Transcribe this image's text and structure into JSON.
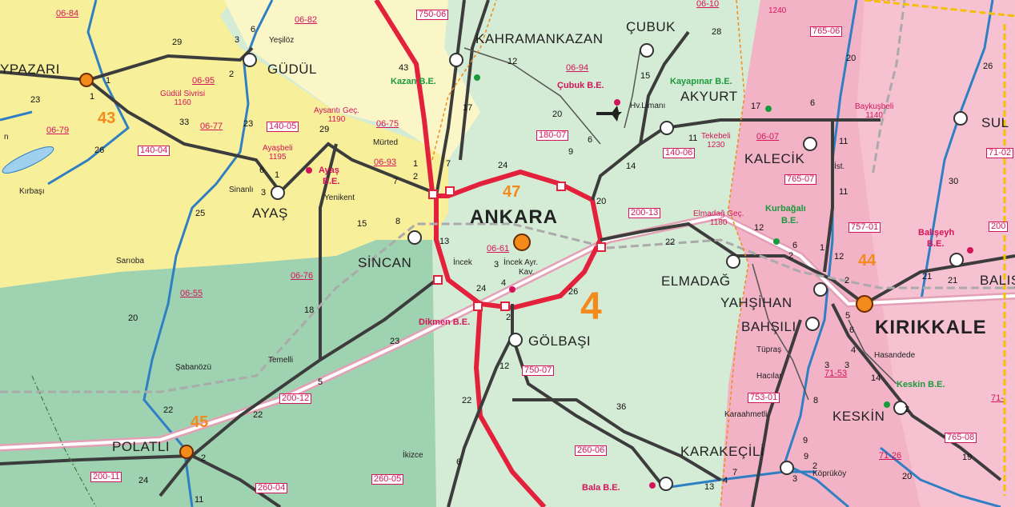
{
  "cities": {
    "ankara": "ANKARA",
    "kirikkale": "KIRIKKALE",
    "polatli": "POLATLI",
    "sincan": "SİNCAN",
    "golbasi": "GÖLBAŞI",
    "elmadag": "ELMADAĞ",
    "yahsihan": "YAHŞİHAN",
    "bahsili": "BAHŞILI",
    "keskin": "KESKİN",
    "karakecili": "KARAKEÇİLİ",
    "kalecik": "KALECİK",
    "akyurt": "AKYURT",
    "cubuk": "ÇUBUK",
    "kahramankazan": "KAHRAMANKAZAN",
    "gudul": "GÜDÜL",
    "ayas": "AYAŞ",
    "beypazari": "YPAZARI",
    "balisey": "BALIŞE",
    "sul": "SUL"
  },
  "towns": {
    "yesiloz": "Yeşilöz",
    "kirbasi": "Kırbaşı",
    "sinanli": "Sinanlı",
    "yenikent": "Yenikent",
    "murted": "Mürted",
    "sarioba": "Sarıoba",
    "sabanozu": "Şabanözü",
    "temelli": "Temelli",
    "ikizce": "İkizce",
    "incek": "İncek",
    "incek_ayr": "İncek Ayr.",
    "kav": "Kav.",
    "hv_limani": "Hv.Limanı",
    "ist": "İst.",
    "tupras": "Tüpraş",
    "haciiar": "Hacılar",
    "karaahmetli": "Karaahmetli",
    "hasandede": "Hasandede",
    "koprukoy": "Köprüköy",
    "n_left": "n"
  },
  "service_areas": {
    "kazan": "Kazan B.E.",
    "cubuk": "Çubuk B.E.",
    "kayapinar": "Kayapınar B.E.",
    "ayas_l1": "Ayaş",
    "ayas_l2": "B.E.",
    "kurbagali_l1": "Kurbağalı",
    "kurbagali_l2": "B.E.",
    "baliseyh_l1": "Balışeyh",
    "baliseyh_l2": "B.E.",
    "dikmen": "Dikmen B.E.",
    "keskin": "Keskin B.E.",
    "bala": "Bala B.E."
  },
  "passes": {
    "gudul_sivrisi": [
      "Güdül Sivrisi",
      "1160"
    ],
    "aysanti": [
      "Aysantı Geç.",
      "1190"
    ],
    "ayasbeli": [
      "Ayaşbeli",
      "1195"
    ],
    "baykusbeli": [
      "Baykuşbeli",
      "1140"
    ],
    "tekebeli": [
      "Tekebeli",
      "1230"
    ],
    "elmadag_gec": [
      "Elmadağ Geç.",
      "1180"
    ],
    "top_1240": [
      "1240",
      ""
    ]
  },
  "road_codes_boxed": [
    "750-06",
    "06-95",
    "140-05",
    "140-04",
    "06-94",
    "180-07",
    "140-06",
    "765-06",
    "765-07",
    "757-01",
    "200-13",
    "06-61",
    "750-07",
    "200-12",
    "260-06",
    "200-11",
    "260-04",
    "260-05",
    "753-01",
    "765-08",
    "200",
    "71-02"
  ],
  "road_codes_underlined": [
    "06-84",
    "06-82",
    "06-79",
    "06-77",
    "06-75",
    "06-93",
    "06-07",
    "06-76",
    "06-55",
    "71-53",
    "71-26",
    "71-",
    "06-10"
  ],
  "region_numbers": [
    "43",
    "47",
    "4",
    "44",
    "45"
  ],
  "distances": [
    "29",
    "3",
    "6",
    "2",
    "1",
    "1",
    "23",
    "33",
    "26",
    "23",
    "25",
    "3",
    "1",
    "6",
    "29",
    "1",
    "2",
    "15",
    "8",
    "7",
    "7",
    "12",
    "43",
    "17",
    "20",
    "15",
    "9",
    "28",
    "11",
    "14",
    "17",
    "6",
    "11",
    "11",
    "30",
    "26",
    "20",
    "24",
    "20",
    "6",
    "13",
    "3",
    "4",
    "24",
    "26",
    "2",
    "12",
    "22",
    "22",
    "36",
    "6",
    "18",
    "20",
    "5",
    "23",
    "22",
    "21",
    "24",
    "2",
    "11",
    "13",
    "4",
    "7",
    "2",
    "9",
    "3",
    "22",
    "21",
    "2",
    "12",
    "6",
    "2",
    "5",
    "6",
    "3",
    "3",
    "4",
    "8",
    "9",
    "14",
    "2",
    "19",
    "20",
    "12",
    "1"
  ],
  "colors": {
    "region_43_yellow": "#f7ef9a",
    "region_47_green": "#d4ecd5",
    "region_4_green_dark": "#a9d9b7",
    "region_44_pink": "#f3b3c6",
    "region_45_green": "#9fd2b0",
    "motorway": "#e3213c",
    "highway": "#3c3c3c",
    "river": "#2f7fc4",
    "accent": "#f28a1c"
  }
}
